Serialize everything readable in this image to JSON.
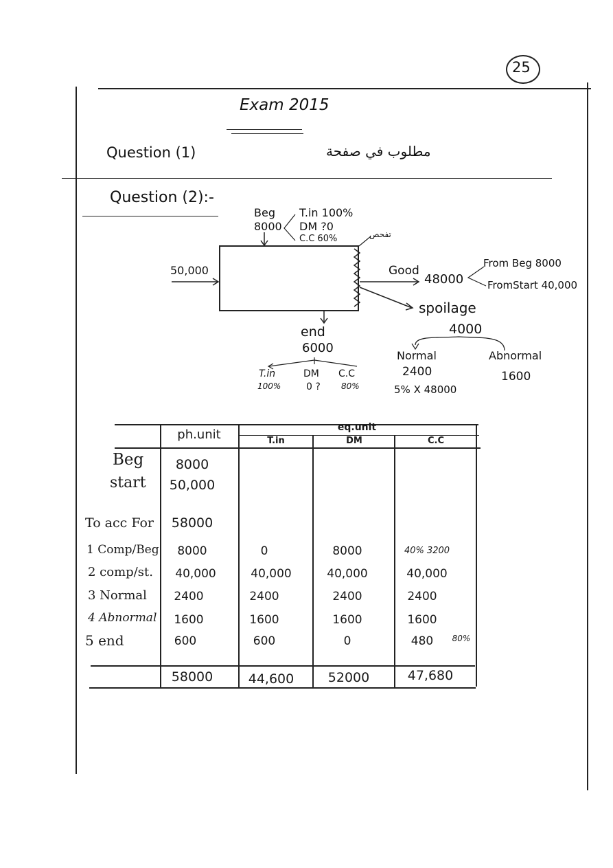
{
  "page_number": "25",
  "title": "Exam 2015",
  "question1": {
    "label": "Question (1)",
    "note_ar": "مطلوب في صفحة"
  },
  "question2": {
    "label": "Question (2):-"
  },
  "diagram": {
    "beg_label": "Beg",
    "beg_value": "8000",
    "beg_tin": "T.in 100%",
    "beg_dm": "DM ?0",
    "beg_cc": "C.C 60%",
    "spoil_ar": "تفحص",
    "input_value": "50,000",
    "good_label": "Good",
    "good_value": "48000",
    "from_beg": "From Beg 8000",
    "from_start": "FromStart 40,000",
    "spoilage_label": "spoilage",
    "spoilage_value": "4000",
    "normal_label": "Normal",
    "normal_value": "2400",
    "normal_calc": "5% X 48000",
    "abnormal_label": "Abnormal",
    "abnormal_value": "1600",
    "end_label": "end",
    "end_value": "6000",
    "end_tin": "T.in",
    "end_tin_pct": "100%",
    "end_dm": "DM",
    "end_dm_pct": "0 ?",
    "end_cc": "C.C",
    "end_cc_pct": "80%"
  },
  "table": {
    "header_phunit": "ph.unit",
    "header_equnit": "eq.unit",
    "col_tin": "T.in",
    "col_dm": "DM",
    "col_cc": "C.C",
    "rows": [
      {
        "label": "Beg",
        "ph": "8000",
        "tin": "",
        "dm": "",
        "cc": ""
      },
      {
        "label": "start",
        "ph": "50,000",
        "tin": "",
        "dm": "",
        "cc": ""
      },
      {
        "label": "To acc For",
        "ph": "58000",
        "tin": "",
        "dm": "",
        "cc": ""
      },
      {
        "label": "1 Comp/Beg",
        "ph": "8000",
        "tin": "0",
        "dm": "8000",
        "cc": "40% 3200"
      },
      {
        "label": "2 comp/st.",
        "ph": "40,000",
        "tin": "40,000",
        "dm": "40,000",
        "cc": "40,000"
      },
      {
        "label": "3 Normal",
        "ph": "2400",
        "tin": "2400",
        "dm": "2400",
        "cc": "2400"
      },
      {
        "label": "4 Abnormal",
        "ph": "1600",
        "tin": "1600",
        "dm": "1600",
        "cc": "1600"
      },
      {
        "label": "5 end",
        "ph": "600",
        "tin": "600",
        "dm": "0",
        "cc": "480",
        "cc_note": "80%"
      }
    ],
    "totals": {
      "ph": "58000",
      "tin": "44,600",
      "dm": "52000",
      "cc": "47,680"
    }
  }
}
